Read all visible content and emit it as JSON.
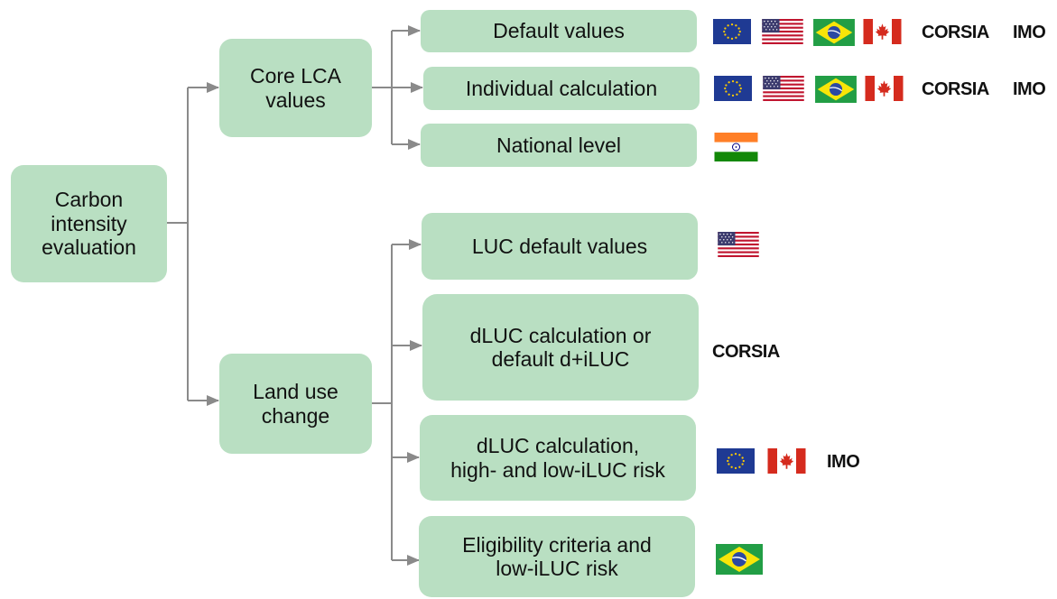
{
  "root": {
    "label": "Carbon\nintensity\nevaluation"
  },
  "branches": [
    {
      "label": "Core LCA\nvalues",
      "children": [
        {
          "label": "Default values",
          "flags": [
            "eu-flag-icon",
            "us-flag-icon",
            "brazil-flag-icon",
            "canada-flag-icon"
          ],
          "tags": [
            "CORSIA",
            "IMO"
          ]
        },
        {
          "label": "Individual calculation",
          "flags": [
            "eu-flag-icon",
            "us-flag-icon",
            "brazil-flag-icon",
            "canada-flag-icon"
          ],
          "tags": [
            "CORSIA",
            "IMO"
          ]
        },
        {
          "label": "National level",
          "flags": [
            "india-flag-icon"
          ],
          "tags": []
        }
      ]
    },
    {
      "label": "Land use\nchange",
      "children": [
        {
          "label": "LUC default values",
          "flags": [
            "us-flag-icon"
          ],
          "tags": []
        },
        {
          "label": "dLUC calculation or\ndefault d+iLUC",
          "flags": [],
          "tags": [
            "CORSIA"
          ]
        },
        {
          "label": "dLUC calculation,\nhigh- and low-iLUC risk",
          "flags": [
            "eu-flag-icon",
            "canada-flag-icon"
          ],
          "tags": [
            "IMO"
          ]
        },
        {
          "label": "Eligibility criteria and\nlow-iLUC risk",
          "flags": [
            "brazil-flag-icon"
          ],
          "tags": []
        }
      ]
    }
  ],
  "colors": {
    "node_fill": "#b9dfc2",
    "connector": "#8a8a8a"
  }
}
